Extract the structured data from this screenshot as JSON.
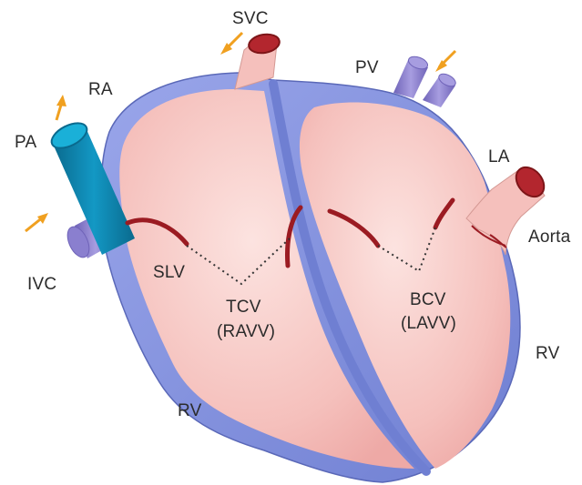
{
  "labels": {
    "svc": "SVC",
    "pv": "PV",
    "ra": "RA",
    "pa": "PA",
    "la": "LA",
    "aorta": "Aorta",
    "ivc": "IVC",
    "slv": "SLV",
    "tcv": "TCV",
    "ravv": "(RAVV)",
    "bcv": "BCV",
    "lavv": "(LAVV)",
    "rv_right": "RV",
    "rv_bottom": "RV"
  },
  "colors": {
    "myocardium": "#f5c0bc",
    "septum_wall": "#7f8fd9",
    "great_artery": "#0a7fa6",
    "vein": "#8a7fcf",
    "valve": "#9b1b22",
    "arrow": "#f0a020",
    "vessel_lumen": "#b3262e"
  }
}
